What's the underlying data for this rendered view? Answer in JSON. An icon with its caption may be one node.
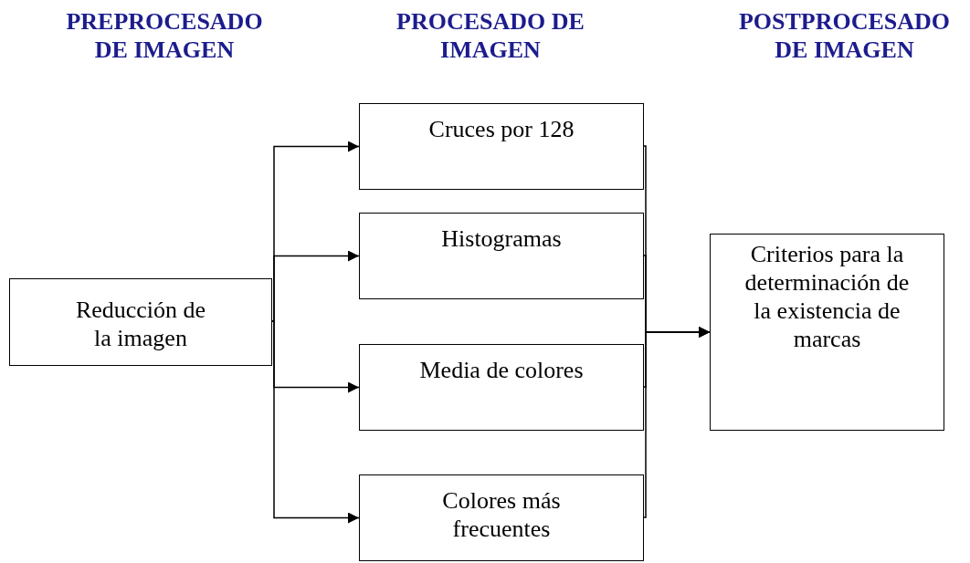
{
  "diagram": {
    "nodes": [
      {
        "text": [
          "Reducción de la imagen"
        ]
      },
      {
        "text": [
          "Cruces por 128"
        ]
      },
      {
        "text": [
          "Histogramas"
        ]
      },
      {
        "text": [
          "Media de colores"
        ]
      },
      {
        "text": [
          "Colores más frecuentes"
        ]
      },
      {
        "text": [
          "Criterios para la determinación de la existencia de marcas"
        ]
      }
    ],
    "edges": [
      {
        "from": 0,
        "to": 1,
        "arrow": "to"
      },
      {
        "from": 0,
        "to": 2,
        "arrow": "to"
      },
      {
        "from": 0,
        "to": 3,
        "arrow": "to"
      },
      {
        "from": 0,
        "to": 4,
        "arrow": "to"
      },
      {
        "from": 1,
        "to": 5,
        "arrow": "to"
      },
      {
        "from": 2,
        "to": 5,
        "arrow": "to"
      },
      {
        "from": 3,
        "to": 5,
        "arrow": "to"
      },
      {
        "from": 4,
        "to": 5,
        "arrow": "to"
      }
    ],
    "labels": [
      "PREPROCESADO DE IMAGEN",
      "PROCESADO DE IMAGEN",
      "POSTPROCESADO DE IMAGEN"
    ]
  }
}
